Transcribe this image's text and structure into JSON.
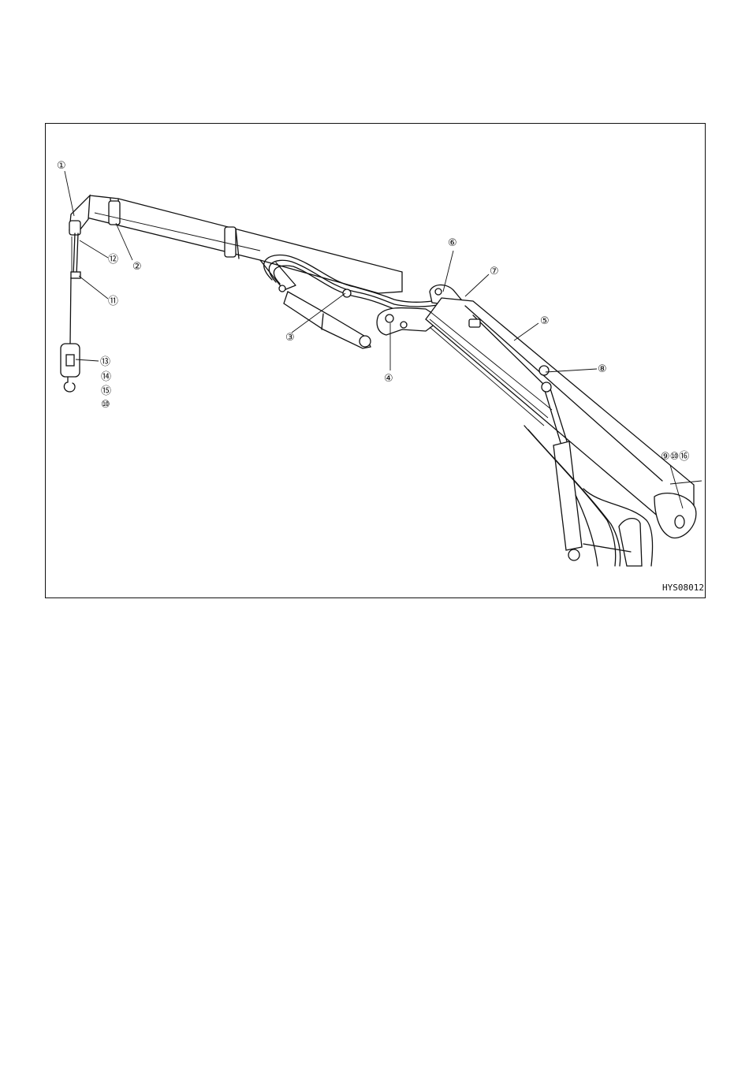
{
  "figure": {
    "code": "HYS08012",
    "callouts": [
      {
        "id": "c1",
        "label": "①"
      },
      {
        "id": "c2",
        "label": "②"
      },
      {
        "id": "c3",
        "label": "③"
      },
      {
        "id": "c4",
        "label": "④"
      },
      {
        "id": "c5",
        "label": "⑤"
      },
      {
        "id": "c6",
        "label": "⑥"
      },
      {
        "id": "c7",
        "label": "⑦"
      },
      {
        "id": "c8",
        "label": "⑧"
      },
      {
        "id": "c9",
        "label": "⑨⑩⑯"
      },
      {
        "id": "c11",
        "label": "⑪"
      },
      {
        "id": "c12",
        "label": "⑫"
      },
      {
        "id": "c13",
        "label": "⑬"
      },
      {
        "id": "c14",
        "label": "⑭"
      },
      {
        "id": "c15",
        "label": "⑮"
      },
      {
        "id": "c10",
        "label": "⑩"
      }
    ]
  }
}
